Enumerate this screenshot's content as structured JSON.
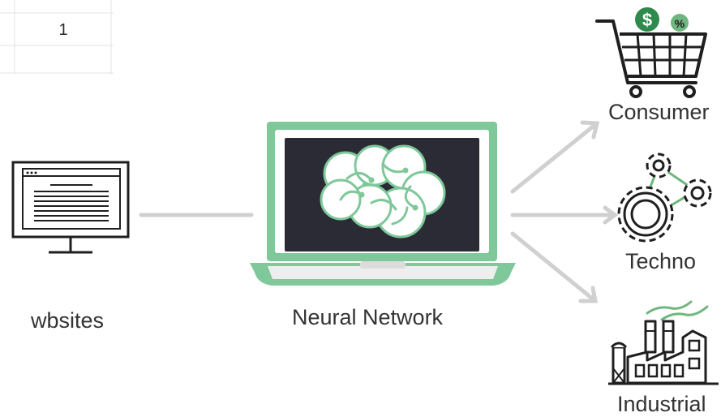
{
  "spreadsheet": {
    "cell_value": "1"
  },
  "nodes": {
    "source": "wbsites",
    "processor": "Neural Network",
    "outputs": [
      "Consumer",
      "Techno",
      "Industrial"
    ]
  },
  "badges": {
    "dollar": "$",
    "percent": "%"
  },
  "colors": {
    "accent_green": "#7ec89a",
    "dark_green": "#2f8a4e",
    "screen_dark": "#2b2b35",
    "arrow_gray": "#d0d0d0",
    "line_black": "#1f1f1f"
  }
}
